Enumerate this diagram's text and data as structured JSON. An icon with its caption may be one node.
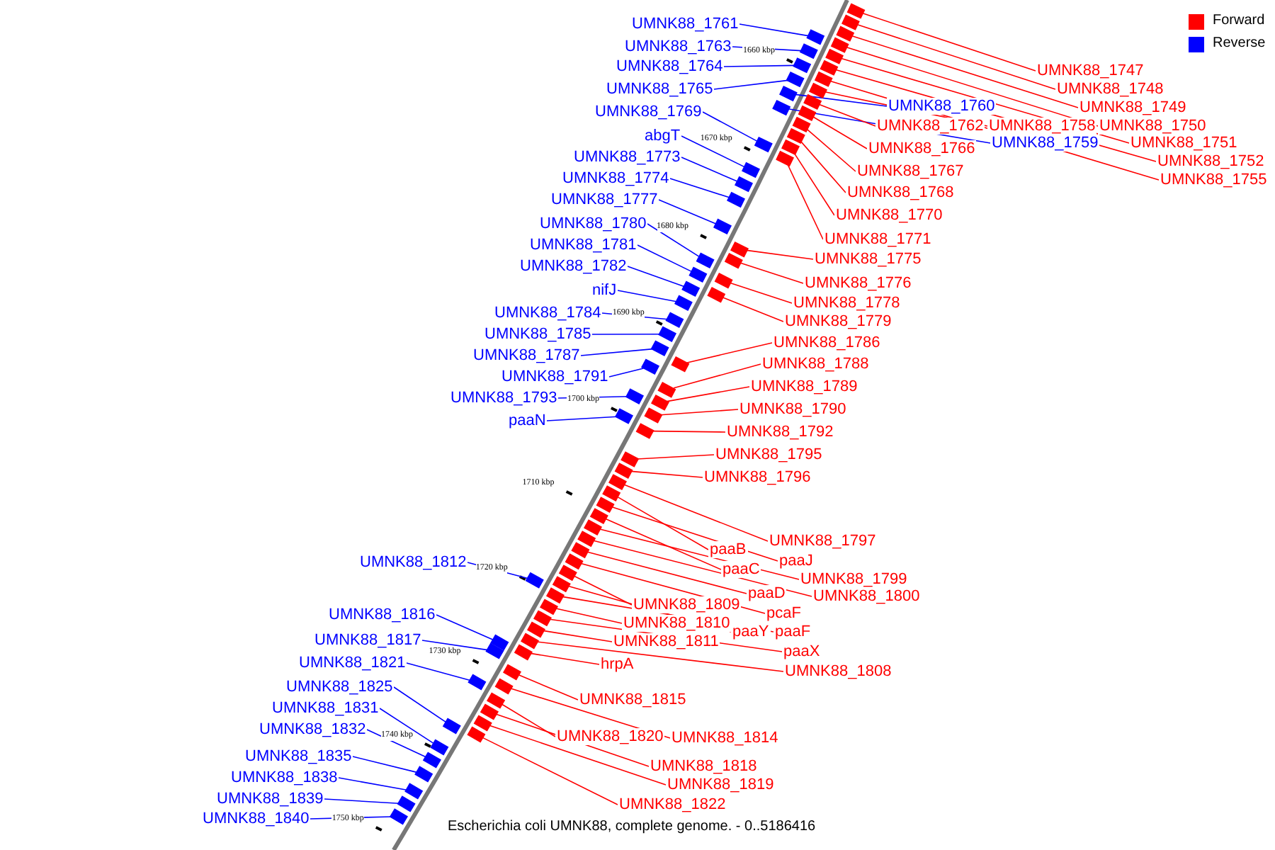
{
  "diagram": {
    "caption": "Escherichia coli UMNK88, complete genome. - 0..5186416",
    "nodes": [
      {
        "text": [
          "UMNK88_1761"
        ]
      },
      {
        "text": [
          "UMNK88_1763"
        ]
      },
      {
        "text": [
          "UMNK88_1764"
        ]
      },
      {
        "text": [
          "UMNK88_1765"
        ]
      },
      {
        "text": [
          "UMNK88_1769"
        ]
      },
      {
        "text": [
          "abgT"
        ]
      },
      {
        "text": [
          "UMNK88_1773"
        ]
      },
      {
        "text": [
          "UMNK88_1774"
        ]
      },
      {
        "text": [
          "UMNK88_1777"
        ]
      },
      {
        "text": [
          "UMNK88_1780"
        ]
      },
      {
        "text": [
          "UMNK88_1781"
        ]
      },
      {
        "text": [
          "UMNK88_1782"
        ]
      },
      {
        "text": [
          "nifJ"
        ]
      },
      {
        "text": [
          "UMNK88_1784"
        ]
      },
      {
        "text": [
          "UMNK88_1785"
        ]
      },
      {
        "text": [
          "UMNK88_1787"
        ]
      },
      {
        "text": [
          "UMNK88_1791"
        ]
      },
      {
        "text": [
          "UMNK88_1793"
        ]
      },
      {
        "text": [
          "paaN"
        ]
      },
      {
        "text": [
          "UMNK88_1812"
        ]
      },
      {
        "text": [
          "UMNK88_1816"
        ]
      },
      {
        "text": [
          "UMNK88_1817"
        ]
      },
      {
        "text": [
          "UMNK88_1821"
        ]
      },
      {
        "text": [
          "UMNK88_1825"
        ]
      },
      {
        "text": [
          "UMNK88_1831"
        ]
      },
      {
        "text": [
          "UMNK88_1832"
        ]
      },
      {
        "text": [
          "UMNK88_1835"
        ]
      },
      {
        "text": [
          "UMNK88_1838"
        ]
      },
      {
        "text": [
          "UMNK88_1839"
        ]
      },
      {
        "text": [
          "UMNK88_1840"
        ]
      },
      {
        "text": [
          "UMNK88_1747"
        ]
      },
      {
        "text": [
          "UMNK88_1748"
        ]
      },
      {
        "text": [
          "UMNK88_1749"
        ]
      },
      {
        "text": [
          "UMNK88_1750"
        ]
      },
      {
        "text": [
          "UMNK88_1751"
        ]
      },
      {
        "text": [
          "UMNK88_1752"
        ]
      },
      {
        "text": [
          "UMNK88_1755"
        ]
      },
      {
        "text": [
          "UMNK88_1758"
        ]
      },
      {
        "text": [
          "UMNK88_1760"
        ]
      },
      {
        "text": [
          "UMNK88_1759"
        ]
      },
      {
        "text": [
          "UMNK88_1762"
        ]
      },
      {
        "text": [
          "UMNK88_1766"
        ]
      },
      {
        "text": [
          "UMNK88_1767"
        ]
      },
      {
        "text": [
          "UMNK88_1768"
        ]
      },
      {
        "text": [
          "UMNK88_1770"
        ]
      },
      {
        "text": [
          "UMNK88_1771"
        ]
      },
      {
        "text": [
          "UMNK88_1775"
        ]
      },
      {
        "text": [
          "UMNK88_1776"
        ]
      },
      {
        "text": [
          "UMNK88_1778"
        ]
      },
      {
        "text": [
          "UMNK88_1779"
        ]
      },
      {
        "text": [
          "UMNK88_1786"
        ]
      },
      {
        "text": [
          "UMNK88_1788"
        ]
      },
      {
        "text": [
          "UMNK88_1789"
        ]
      },
      {
        "text": [
          "UMNK88_1790"
        ]
      },
      {
        "text": [
          "UMNK88_1792"
        ]
      },
      {
        "text": [
          "UMNK88_1795"
        ]
      },
      {
        "text": [
          "UMNK88_1796"
        ]
      },
      {
        "text": [
          "UMNK88_1797"
        ]
      },
      {
        "text": [
          "paaB"
        ]
      },
      {
        "text": [
          "paaJ"
        ]
      },
      {
        "text": [
          "paaC"
        ]
      },
      {
        "text": [
          "UMNK88_1799"
        ]
      },
      {
        "text": [
          "UMNK88_1800"
        ]
      },
      {
        "text": [
          "paaD"
        ]
      },
      {
        "text": [
          "pcaF"
        ]
      },
      {
        "text": [
          "UMNK88_1809"
        ]
      },
      {
        "text": [
          "paaY"
        ]
      },
      {
        "text": [
          "paaF"
        ]
      },
      {
        "text": [
          "UMNK88_1810"
        ]
      },
      {
        "text": [
          "paaX"
        ]
      },
      {
        "text": [
          "UMNK88_1811"
        ]
      },
      {
        "text": [
          "UMNK88_1808"
        ]
      },
      {
        "text": [
          "hrpA"
        ]
      },
      {
        "text": [
          "UMNK88_1815"
        ]
      },
      {
        "text": [
          "UMNK88_1814"
        ]
      },
      {
        "text": [
          "UMNK88_1820"
        ]
      },
      {
        "text": [
          "UMNK88_1818"
        ]
      },
      {
        "text": [
          "UMNK88_1819"
        ]
      },
      {
        "text": [
          "UMNK88_1822"
        ]
      },
      {
        "text": [],
        "shape": "box"
      },
      {
        "text": [],
        "shape": "box"
      },
      {
        "text": [],
        "shape": "box"
      },
      {
        "text": [],
        "shape": "box"
      },
      {
        "text": [],
        "shape": "box"
      },
      {
        "text": [],
        "shape": "box"
      },
      {
        "text": [],
        "shape": "box"
      },
      {
        "text": [],
        "shape": "box"
      },
      {
        "text": [],
        "shape": "box"
      },
      {
        "text": [],
        "shape": "box"
      },
      {
        "text": [],
        "shape": "box"
      },
      {
        "text": [],
        "shape": "box"
      },
      {
        "text": [],
        "shape": "box"
      },
      {
        "text": [],
        "shape": "box"
      },
      {
        "text": [],
        "shape": "box"
      },
      {
        "text": [],
        "shape": "box"
      },
      {
        "text": [],
        "shape": "box"
      },
      {
        "text": [],
        "shape": "box"
      },
      {
        "text": [],
        "shape": "box"
      },
      {
        "text": [],
        "shape": "box"
      },
      {
        "text": [],
        "shape": "box"
      },
      {
        "text": [],
        "shape": "box"
      },
      {
        "text": [],
        "shape": "box"
      },
      {
        "text": [],
        "shape": "box"
      },
      {
        "text": [],
        "shape": "box"
      },
      {
        "text": [],
        "shape": "box"
      },
      {
        "text": [],
        "shape": "box"
      },
      {
        "text": [],
        "shape": "box"
      },
      {
        "text": [],
        "shape": "box"
      },
      {
        "text": [],
        "shape": "box"
      },
      {
        "text": [],
        "shape": "box"
      },
      {
        "text": [],
        "shape": "box"
      },
      {
        "text": [],
        "shape": "box"
      },
      {
        "text": [],
        "shape": "box"
      },
      {
        "text": [],
        "shape": "box"
      },
      {
        "text": [],
        "shape": "box"
      },
      {
        "text": [],
        "shape": "box"
      },
      {
        "text": [],
        "shape": "box"
      },
      {
        "text": [],
        "shape": "box"
      },
      {
        "text": [],
        "shape": "box"
      },
      {
        "text": [],
        "shape": "box"
      },
      {
        "text": [],
        "shape": "box"
      },
      {
        "text": [],
        "shape": "box"
      },
      {
        "text": [],
        "shape": "box"
      },
      {
        "text": [],
        "shape": "box"
      },
      {
        "text": [],
        "shape": "box"
      },
      {
        "text": [],
        "shape": "box"
      },
      {
        "text": [],
        "shape": "box"
      },
      {
        "text": [],
        "shape": "box"
      },
      {
        "text": [],
        "shape": "box"
      },
      {
        "text": [],
        "shape": "box"
      },
      {
        "text": [],
        "shape": "box"
      },
      {
        "text": [],
        "shape": "box"
      },
      {
        "text": [],
        "shape": "box"
      },
      {
        "text": [],
        "shape": "box"
      },
      {
        "text": [],
        "shape": "box"
      },
      {
        "text": [],
        "shape": "box"
      },
      {
        "text": [],
        "shape": "box"
      },
      {
        "text": [],
        "shape": "box"
      },
      {
        "text": [],
        "shape": "box"
      },
      {
        "text": [],
        "shape": "box"
      },
      {
        "text": [],
        "shape": "box"
      },
      {
        "text": [],
        "shape": "box"
      },
      {
        "text": [],
        "shape": "box"
      },
      {
        "text": [],
        "shape": "box"
      },
      {
        "text": [],
        "shape": "box"
      },
      {
        "text": [],
        "shape": "box"
      },
      {
        "text": [],
        "shape": "box"
      },
      {
        "text": [],
        "shape": "box"
      },
      {
        "text": [],
        "shape": "box"
      },
      {
        "text": [],
        "shape": "box"
      },
      {
        "text": [],
        "shape": "box"
      },
      {
        "text": [],
        "shape": "box"
      },
      {
        "text": [],
        "shape": "box"
      },
      {
        "text": [],
        "shape": "box"
      },
      {
        "text": [],
        "shape": "box"
      },
      {
        "text": [],
        "shape": "box"
      },
      {
        "text": [],
        "shape": "box"
      },
      {
        "text": [],
        "shape": "box"
      }
    ],
    "edges": [
      {
        "from": 0,
        "to": 79,
        "arrow": "none",
        "color": "#0000ff"
      },
      {
        "from": 1,
        "to": 80,
        "arrow": "none",
        "color": "#0000ff"
      },
      {
        "from": 2,
        "to": 81,
        "arrow": "none",
        "color": "#0000ff"
      },
      {
        "from": 3,
        "to": 82,
        "arrow": "none",
        "color": "#0000ff"
      },
      {
        "from": 4,
        "to": 83,
        "arrow": "none",
        "color": "#0000ff"
      },
      {
        "from": 5,
        "to": 84,
        "arrow": "none",
        "color": "#0000ff"
      },
      {
        "from": 6,
        "to": 85,
        "arrow": "none",
        "color": "#0000ff"
      },
      {
        "from": 7,
        "to": 86,
        "arrow": "none",
        "color": "#0000ff"
      },
      {
        "from": 8,
        "to": 87,
        "arrow": "none",
        "color": "#0000ff"
      },
      {
        "from": 9,
        "to": 88,
        "arrow": "none",
        "color": "#0000ff"
      },
      {
        "from": 10,
        "to": 89,
        "arrow": "none",
        "color": "#0000ff"
      },
      {
        "from": 11,
        "to": 90,
        "arrow": "none",
        "color": "#0000ff"
      },
      {
        "from": 12,
        "to": 91,
        "arrow": "none",
        "color": "#0000ff"
      },
      {
        "from": 13,
        "to": 92,
        "arrow": "none",
        "color": "#0000ff"
      },
      {
        "from": 14,
        "to": 93,
        "arrow": "none",
        "color": "#0000ff"
      },
      {
        "from": 15,
        "to": 94,
        "arrow": "none",
        "color": "#0000ff"
      },
      {
        "from": 16,
        "to": 95,
        "arrow": "none",
        "color": "#0000ff"
      },
      {
        "from": 17,
        "to": 96,
        "arrow": "none",
        "color": "#0000ff"
      },
      {
        "from": 18,
        "to": 97,
        "arrow": "none",
        "color": "#0000ff"
      },
      {
        "from": 19,
        "to": 98,
        "arrow": "none",
        "color": "#0000ff"
      },
      {
        "from": 20,
        "to": 99,
        "arrow": "none",
        "color": "#0000ff"
      },
      {
        "from": 21,
        "to": 100,
        "arrow": "none",
        "color": "#0000ff"
      },
      {
        "from": 22,
        "to": 101,
        "arrow": "none",
        "color": "#0000ff"
      },
      {
        "from": 23,
        "to": 102,
        "arrow": "none",
        "color": "#0000ff"
      },
      {
        "from": 24,
        "to": 103,
        "arrow": "none",
        "color": "#0000ff"
      },
      {
        "from": 25,
        "to": 104,
        "arrow": "none",
        "color": "#0000ff"
      },
      {
        "from": 26,
        "to": 105,
        "arrow": "none",
        "color": "#0000ff"
      },
      {
        "from": 27,
        "to": 106,
        "arrow": "none",
        "color": "#0000ff"
      },
      {
        "from": 28,
        "to": 107,
        "arrow": "none",
        "color": "#0000ff"
      },
      {
        "from": 29,
        "to": 108,
        "arrow": "none",
        "color": "#0000ff"
      },
      {
        "from": 30,
        "to": 109,
        "arrow": "none"
      },
      {
        "from": 31,
        "to": 110,
        "arrow": "none"
      },
      {
        "from": 32,
        "to": 111,
        "arrow": "none"
      },
      {
        "from": 33,
        "to": 112,
        "arrow": "none"
      },
      {
        "from": 34,
        "to": 113,
        "arrow": "none"
      },
      {
        "from": 35,
        "to": 114,
        "arrow": "none"
      },
      {
        "from": 36,
        "to": 115,
        "arrow": "none"
      },
      {
        "from": 37,
        "to": 116,
        "arrow": "none"
      },
      {
        "from": 38,
        "to": 117,
        "arrow": "none",
        "color": "#0000ff"
      },
      {
        "from": 39,
        "to": 118,
        "arrow": "none",
        "color": "#0000ff"
      },
      {
        "from": 40,
        "to": 119,
        "arrow": "none"
      },
      {
        "from": 41,
        "to": 120,
        "arrow": "none"
      },
      {
        "from": 42,
        "to": 121,
        "arrow": "none"
      },
      {
        "from": 43,
        "to": 122,
        "arrow": "none"
      },
      {
        "from": 44,
        "to": 123,
        "arrow": "none"
      },
      {
        "from": 45,
        "to": 124,
        "arrow": "none"
      },
      {
        "from": 46,
        "to": 125,
        "arrow": "none"
      },
      {
        "from": 47,
        "to": 126,
        "arrow": "none"
      },
      {
        "from": 48,
        "to": 127,
        "arrow": "none"
      },
      {
        "from": 49,
        "to": 128,
        "arrow": "none"
      },
      {
        "from": 50,
        "to": 129,
        "arrow": "none"
      },
      {
        "from": 51,
        "to": 130,
        "arrow": "none"
      },
      {
        "from": 52,
        "to": 131,
        "arrow": "none"
      },
      {
        "from": 53,
        "to": 132,
        "arrow": "none"
      },
      {
        "from": 54,
        "to": 133,
        "arrow": "none"
      },
      {
        "from": 55,
        "to": 134,
        "arrow": "none"
      },
      {
        "from": 56,
        "to": 135,
        "arrow": "none"
      },
      {
        "from": 57,
        "to": 136,
        "arrow": "none"
      },
      {
        "from": 58,
        "to": 137,
        "arrow": "none"
      },
      {
        "from": 59,
        "to": 138,
        "arrow": "none"
      },
      {
        "from": 60,
        "to": 139,
        "arrow": "none"
      },
      {
        "from": 61,
        "to": 140,
        "arrow": "none"
      },
      {
        "from": 62,
        "to": 141,
        "arrow": "none"
      },
      {
        "from": 63,
        "to": 142,
        "arrow": "none"
      },
      {
        "from": 64,
        "to": 143,
        "arrow": "none"
      },
      {
        "from": 65,
        "to": 144,
        "arrow": "none"
      },
      {
        "from": 66,
        "to": 145,
        "arrow": "none"
      },
      {
        "from": 67,
        "to": 146,
        "arrow": "none"
      },
      {
        "from": 68,
        "to": 147,
        "arrow": "none"
      },
      {
        "from": 69,
        "to": 148,
        "arrow": "none"
      },
      {
        "from": 70,
        "to": 149,
        "arrow": "none"
      },
      {
        "from": 71,
        "to": 150,
        "arrow": "none"
      },
      {
        "from": 72,
        "to": 151,
        "arrow": "none"
      },
      {
        "from": 73,
        "to": 152,
        "arrow": "none"
      },
      {
        "from": 74,
        "to": 153,
        "arrow": "none"
      },
      {
        "from": 75,
        "to": 154,
        "arrow": "none"
      },
      {
        "from": 76,
        "to": 155,
        "arrow": "none"
      },
      {
        "from": 77,
        "to": 156,
        "arrow": "none"
      },
      {
        "from": 78,
        "to": 157,
        "arrow": "none"
      }
    ],
    "labels": [
      "1660 kbp",
      "1670 kbp",
      "1680 kbp",
      "1690 kbp",
      "1700 kbp",
      "1710 kbp",
      "1720 kbp",
      "1730 kbp",
      "1740 kbp",
      "1750 kbp"
    ],
    "legend": [
      {
        "text": "Forward",
        "color": "#ff0000"
      },
      {
        "text": "Reverse",
        "color": "#0000ff"
      }
    ]
  }
}
